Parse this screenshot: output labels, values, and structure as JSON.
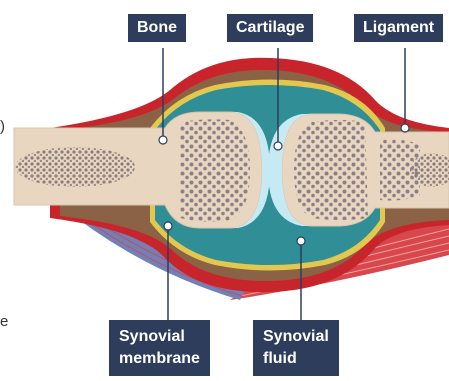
{
  "labels": {
    "bone": "Bone",
    "cartilage": "Cartilage",
    "ligament": "Ligament",
    "synovial_membrane": [
      "Synovial",
      "membrane"
    ],
    "synovial_fluid": [
      "Synovial",
      "fluid"
    ]
  },
  "edge_fragments": {
    "left_top": ")",
    "left_bottom": "e"
  },
  "colors": {
    "label_bg": "#2e3d5c",
    "bone": "#e8d6c0",
    "bone_spongy_dots": "#8b7f88",
    "cartilage": "#c6eaf4",
    "synovial_fluid": "#2f8e96",
    "synovial_membrane": "#e2c84f",
    "capsule": "#8b6245",
    "ligament": "#c8242c",
    "muscle": "#d8474c",
    "muscle_blue": "#6f82b8"
  }
}
